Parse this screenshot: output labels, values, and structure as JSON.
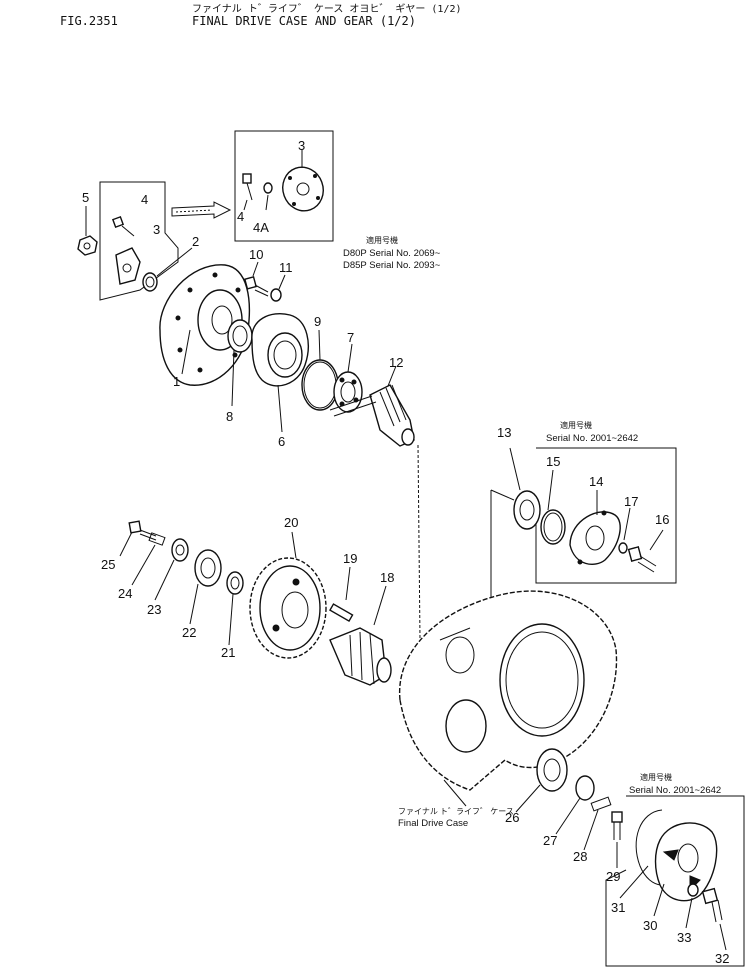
{
  "header": {
    "fig": "FIG.2351",
    "title_jp": "ファイナル ト゛ライフ゛ ケース オヨヒ゛ ギヤー (1/2)",
    "title_en": "FINAL DRIVE CASE AND GEAR (1/2)"
  },
  "notes": {
    "top_box_jp": "適用号機",
    "top_box_line1": "D80P Serial No. 2069~",
    "top_box_line2": "D85P Serial No. 2093~",
    "mid_box_jp": "適用号機",
    "mid_box_line1": "Serial No. 2001~2642",
    "low_box_jp": "適用号機",
    "low_box_line1": "Serial No. 2001~2642",
    "case_jp": "ファイナル ト゛ライフ゛ ケース",
    "case_en": "Final Drive Case"
  },
  "callouts": {
    "c1": "1",
    "c2": "2",
    "c3a": "3",
    "c3b": "3",
    "c4a": "4",
    "c4b": "4",
    "c4A": "4A",
    "c5": "5",
    "c6": "6",
    "c7": "7",
    "c8": "8",
    "c9": "9",
    "c10": "10",
    "c11": "11",
    "c12": "12",
    "c13": "13",
    "c14": "14",
    "c15": "15",
    "c16": "16",
    "c17": "17",
    "c18": "18",
    "c19": "19",
    "c20": "20",
    "c21": "21",
    "c22": "22",
    "c23": "23",
    "c24": "24",
    "c25": "25",
    "c26": "26",
    "c27": "27",
    "c28": "28",
    "c29": "29",
    "c30": "30",
    "c31": "31",
    "c32": "32",
    "c33": "33"
  }
}
